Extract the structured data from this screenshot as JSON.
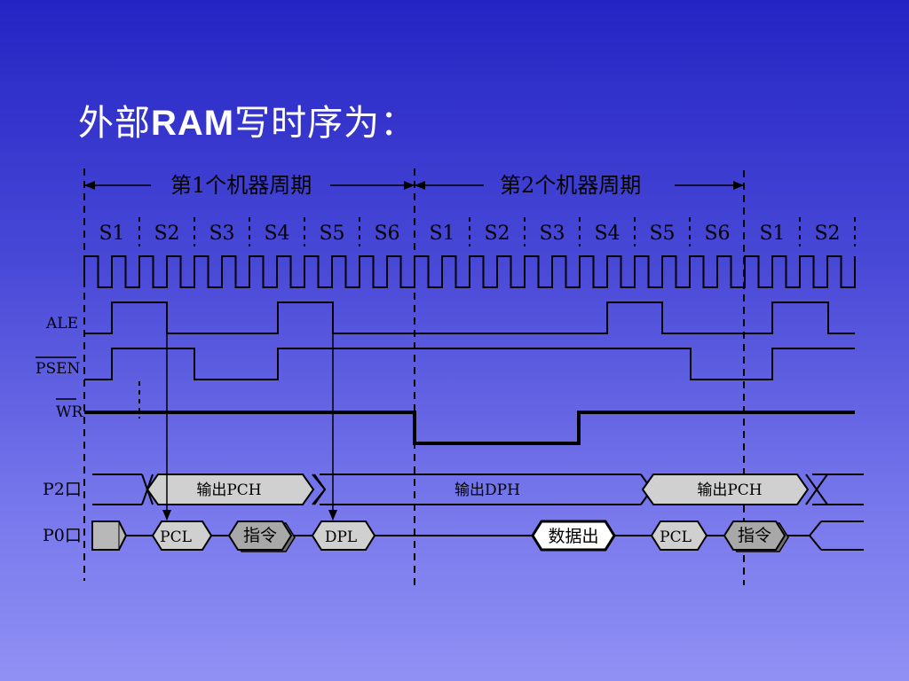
{
  "slide": {
    "title_prefix": "外部",
    "title_bold": "RAM",
    "title_suffix": "写时序为："
  },
  "periods": {
    "first": "第1个机器周期",
    "second": "第2个机器周期"
  },
  "states": [
    "S1",
    "S2",
    "S3",
    "S4",
    "S5",
    "S6",
    "S1",
    "S2",
    "S3",
    "S4",
    "S5",
    "S6",
    "S1",
    "S2"
  ],
  "signals": {
    "ale": "ALE",
    "psen": "PSEN",
    "wr": "WR",
    "p2": "P2口",
    "p0": "P0口"
  },
  "p2_boxes": {
    "pch1": "输出PCH",
    "dph": "输出DPH",
    "pch2": "输出PCH"
  },
  "p0_boxes": {
    "pcl1": "PCL",
    "instr1": "指令",
    "dpl": "DPL",
    "data_out": "数据出",
    "pcl2": "PCL",
    "instr2": "指令"
  }
}
